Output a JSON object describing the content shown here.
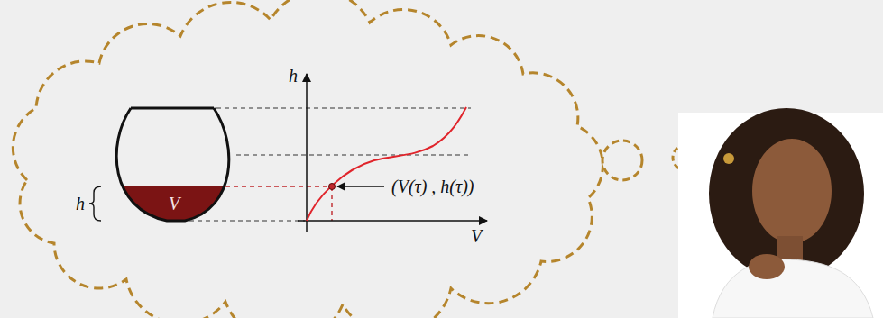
{
  "diagram": {
    "nodes": [
      {
        "text": [
          "V"
        ]
      }
    ],
    "labels": [
      "h",
      "h",
      "V",
      "(V(τ) , h(τ))"
    ]
  }
}
